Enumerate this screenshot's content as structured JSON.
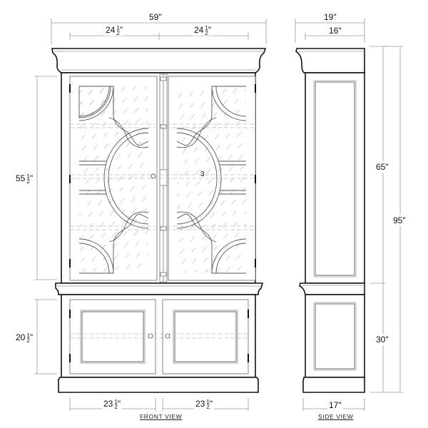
{
  "drawing": {
    "title": "Cabinet elevation drawing",
    "line_color": "#111111",
    "dim_color": "#9a9a9a",
    "glass_hatch_color": "#c4c4c4"
  },
  "front_view": {
    "label": "FRONT VIEW",
    "overall_width": "59\"",
    "upper_door_width_left": {
      "whole": "24",
      "frac_num": "1",
      "frac_den": "2",
      "unit": "\""
    },
    "upper_door_width_right": {
      "whole": "24",
      "frac_num": "1",
      "frac_den": "2",
      "unit": "\""
    },
    "upper_height": {
      "whole": "55",
      "frac_num": "1",
      "frac_den": "2",
      "unit": "\""
    },
    "lower_height": {
      "whole": "20",
      "frac_num": "1",
      "frac_den": "2",
      "unit": "\""
    },
    "lower_door_width_left": {
      "whole": "23",
      "frac_num": "1",
      "frac_den": "2",
      "unit": "\""
    },
    "lower_door_width_right": {
      "whole": "23",
      "frac_num": "1",
      "frac_den": "2",
      "unit": "\""
    },
    "shelf_marker": "3"
  },
  "side_view": {
    "label": "SIDE VIEW",
    "top_depth": "19\"",
    "upper_depth": "16\"",
    "base_depth": "17\"",
    "upper_height": "65\"",
    "total_height": "95\"",
    "lower_height": "30\""
  }
}
